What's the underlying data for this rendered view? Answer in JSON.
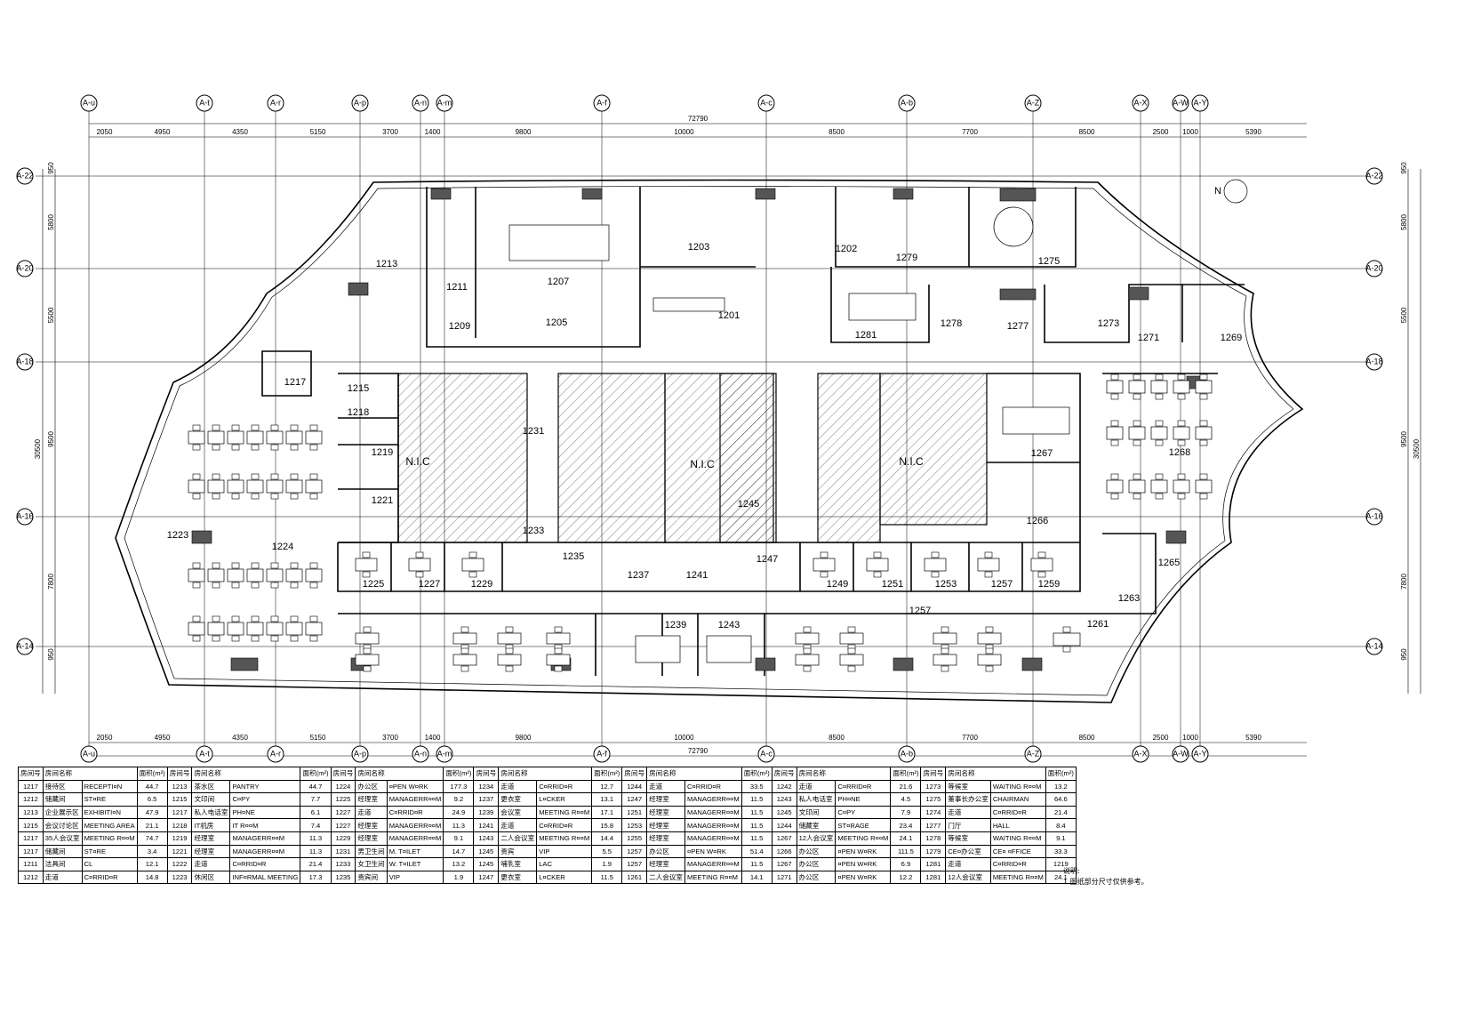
{
  "drawing": {
    "north_label": "N",
    "total_width": "72790",
    "top_axes": [
      "A-u",
      "A-t",
      "A-r",
      "A-p",
      "A-n",
      "A-m",
      "A-f",
      "A-c",
      "A-b",
      "A-Z",
      "A-X",
      "A-W",
      "A-Y"
    ],
    "side_axes_left": [
      "A-22",
      "A-20",
      "A-18",
      "A-16",
      "A-14"
    ],
    "side_axes_right": [
      "A-22",
      "A-20",
      "A-18",
      "A-16",
      "A-14"
    ],
    "top_dims": [
      "2050",
      "4950",
      "4350",
      "5150",
      "3700",
      "1400",
      "9800",
      "10000",
      "8500",
      "7700",
      "8500",
      "2500",
      "1000",
      "5390"
    ],
    "side_dims_left": [
      "950",
      "5800",
      "5500",
      "9500",
      "7800",
      "950"
    ],
    "side_dims_right": [
      "950",
      "5800",
      "5500",
      "9500",
      "7800",
      "950"
    ],
    "side_total": "30500",
    "rooms": [
      {
        "id": "1213",
        "label": "1213"
      },
      {
        "id": "1211",
        "label": "1211"
      },
      {
        "id": "1209",
        "label": "1209"
      },
      {
        "id": "1207",
        "label": "1207"
      },
      {
        "id": "1205",
        "label": "1205"
      },
      {
        "id": "1203",
        "label": "1203"
      },
      {
        "id": "1201",
        "label": "1201"
      },
      {
        "id": "1202",
        "label": "1202"
      },
      {
        "id": "1279",
        "label": "1279"
      },
      {
        "id": "1275",
        "label": "1275"
      },
      {
        "id": "1281",
        "label": "1281"
      },
      {
        "id": "1278",
        "label": "1278"
      },
      {
        "id": "1277",
        "label": "1277"
      },
      {
        "id": "1273",
        "label": "1273"
      },
      {
        "id": "1271",
        "label": "1271"
      },
      {
        "id": "1269",
        "label": "1269"
      },
      {
        "id": "1217",
        "label": "1217"
      },
      {
        "id": "1215",
        "label": "1215"
      },
      {
        "id": "1218",
        "label": "1218"
      },
      {
        "id": "1219",
        "label": "1219"
      },
      {
        "id": "1221",
        "label": "1221"
      },
      {
        "id": "1223",
        "label": "1223"
      },
      {
        "id": "1224",
        "label": "1224"
      },
      {
        "id": "1231",
        "label": "1231"
      },
      {
        "id": "1233",
        "label": "1233"
      },
      {
        "id": "1235",
        "label": "1235"
      },
      {
        "id": "1237",
        "label": "1237"
      },
      {
        "id": "1241",
        "label": "1241"
      },
      {
        "id": "1245",
        "label": "1245"
      },
      {
        "id": "1247",
        "label": "1247"
      },
      {
        "id": "1249",
        "label": "1249"
      },
      {
        "id": "1251",
        "label": "1251"
      },
      {
        "id": "1253",
        "label": "1253"
      },
      {
        "id": "1257",
        "label": "1257"
      },
      {
        "id": "1259",
        "label": "1259"
      },
      {
        "id": "1267",
        "label": "1267"
      },
      {
        "id": "1266",
        "label": "1266"
      },
      {
        "id": "1268",
        "label": "1268"
      },
      {
        "id": "1265",
        "label": "1265"
      },
      {
        "id": "1263",
        "label": "1263"
      },
      {
        "id": "1261",
        "label": "1261"
      },
      {
        "id": "1225",
        "label": "1225"
      },
      {
        "id": "1227",
        "label": "1227"
      },
      {
        "id": "1229",
        "label": "1229"
      },
      {
        "id": "1239",
        "label": "1239"
      },
      {
        "id": "1243",
        "label": "1243"
      },
      {
        "id": "1257b",
        "label": "1257"
      }
    ],
    "nic_labels": [
      "N.I.C",
      "N.I.C",
      "N.I.C"
    ]
  },
  "table": {
    "headers": [
      "房间号",
      "房间名称",
      "面积(m²)"
    ],
    "rows": [
      [
        [
          "1217",
          "接待区",
          "RECEPTI¤N",
          "44.7"
        ],
        [
          "1213",
          "茶水区",
          "PANTRY",
          "44.7"
        ],
        [
          "1224",
          "办公区",
          "¤PEN W¤RK",
          "177.3"
        ],
        [
          "1234",
          "走道",
          "C¤RRID¤R",
          "12.7"
        ],
        [
          "1244",
          "走道",
          "C¤RRID¤R",
          "33.5"
        ],
        [
          "1242",
          "走道",
          "C¤RRID¤R",
          "21.6"
        ],
        [
          "1273",
          "等候室",
          "WAITING R¤¤M",
          "13.2"
        ]
      ],
      [
        [
          "1212",
          "储藏间",
          "ST¤RE",
          "6.5"
        ],
        [
          "1215",
          "文印间",
          "C¤PY",
          "7.7"
        ],
        [
          "1225",
          "经理室",
          "MANAGERR¤¤M",
          "9.2"
        ],
        [
          "1237",
          "更衣室",
          "L¤CKER",
          "13.1"
        ],
        [
          "1247",
          "经理室",
          "MANAGERR¤¤M",
          "11.5"
        ],
        [
          "1243",
          "私人电话室",
          "PH¤NE",
          "4.5"
        ],
        [
          "1275",
          "董事长办公室",
          "CHAIRMAN",
          "64.6"
        ]
      ],
      [
        [
          "1213",
          "企业展示区",
          "EXHIBITI¤N",
          "47.9"
        ],
        [
          "1217",
          "私人电话室",
          "PH¤NE",
          "6.1"
        ],
        [
          "1227",
          "走道",
          "C¤RRID¤R",
          "24.9"
        ],
        [
          "1239",
          "会议室",
          "MEETING R¤¤M",
          "17.1"
        ],
        [
          "1251",
          "经理室",
          "MANAGERR¤¤M",
          "11.5"
        ],
        [
          "1245",
          "文印间",
          "C¤PY",
          "7.9"
        ],
        [
          "1274",
          "走道",
          "C¤RRID¤R",
          "21.4"
        ]
      ],
      [
        [
          "1215",
          "会议讨论区",
          "MEETING AREA",
          "21.1"
        ],
        [
          "1218",
          "IT机房",
          "IT R¤¤M",
          "7.4"
        ],
        [
          "1227",
          "经理室",
          "MANAGERR¤¤M",
          "11.3"
        ],
        [
          "1241",
          "走道",
          "C¤RRID¤R",
          "15.8"
        ],
        [
          "1253",
          "经理室",
          "MANAGERR¤¤M",
          "11.5"
        ],
        [
          "1244",
          "储藏室",
          "ST¤RAGE",
          "23.4"
        ],
        [
          "1277",
          "门厅",
          "HALL",
          "8.4"
        ]
      ],
      [
        [
          "1217",
          "35人会议室",
          "MEETING R¤¤M",
          "74.7"
        ],
        [
          "1219",
          "经理室",
          "MANAGERR¤¤M",
          "11.3"
        ],
        [
          "1229",
          "经理室",
          "MANAGERR¤¤M",
          "9.1"
        ],
        [
          "1243",
          "二人会议室",
          "MEETING R¤¤M",
          "14.4"
        ],
        [
          "1255",
          "经理室",
          "MANAGERR¤¤M",
          "11.5"
        ],
        [
          "1267",
          "12人会议室",
          "MEETING R¤¤M",
          "24.1"
        ],
        [
          "1278",
          "等候室",
          "WAITING R¤¤M",
          "9.1"
        ]
      ],
      [
        [
          "1217",
          "储藏间",
          "ST¤RE",
          "3.4"
        ],
        [
          "1221",
          "经理室",
          "MANAGERR¤¤M",
          "11.3"
        ],
        [
          "1231",
          "男卫生间",
          "M. T¤ILET",
          "14.7"
        ],
        [
          "1245",
          "贵宾",
          "VIP",
          "5.5"
        ],
        [
          "1257",
          "办公区",
          "¤PEN W¤RK",
          "51.4"
        ],
        [
          "1266",
          "办公区",
          "¤PEN W¤RK",
          "111.5"
        ],
        [
          "1279",
          "CE¤办公室",
          "CE¤ ¤FFICE",
          "33.3"
        ]
      ],
      [
        [
          "1211",
          "洁具间",
          "CL",
          "12.1"
        ],
        [
          "1222",
          "走道",
          "C¤RRID¤R",
          "21.4"
        ],
        [
          "1233",
          "女卫生间",
          "W. T¤ILET",
          "13.2"
        ],
        [
          "1245",
          "哺乳室",
          "LAC",
          "1.9"
        ],
        [
          "1257",
          "经理室",
          "MANAGERR¤¤M",
          "11.5"
        ],
        [
          "1267",
          "办公区",
          "¤PEN W¤RK",
          "6.9"
        ],
        [
          "1281",
          "走道",
          "C¤RRID¤R",
          "1219"
        ]
      ],
      [
        [
          "1212",
          "走道",
          "C¤RRID¤R",
          "14.8"
        ],
        [
          "1223",
          "休闲区",
          "INF¤RMAL MEETING",
          "17.3"
        ],
        [
          "1235",
          "贵宾间",
          "VIP",
          "1.9"
        ],
        [
          "1247",
          "更衣室",
          "L¤CKER",
          "11.5"
        ],
        [
          "1261",
          "二人会议室",
          "MEETING R¤¤M",
          "14.1"
        ],
        [
          "1271",
          "办公区",
          "¤PEN W¤RK",
          "12.2"
        ],
        [
          "1281",
          "12人会议室",
          "MEETING R¤¤M",
          "24.1"
        ]
      ]
    ]
  },
  "notes": [
    "说明:",
    "1.图纸部分尺寸仅供参考。"
  ]
}
